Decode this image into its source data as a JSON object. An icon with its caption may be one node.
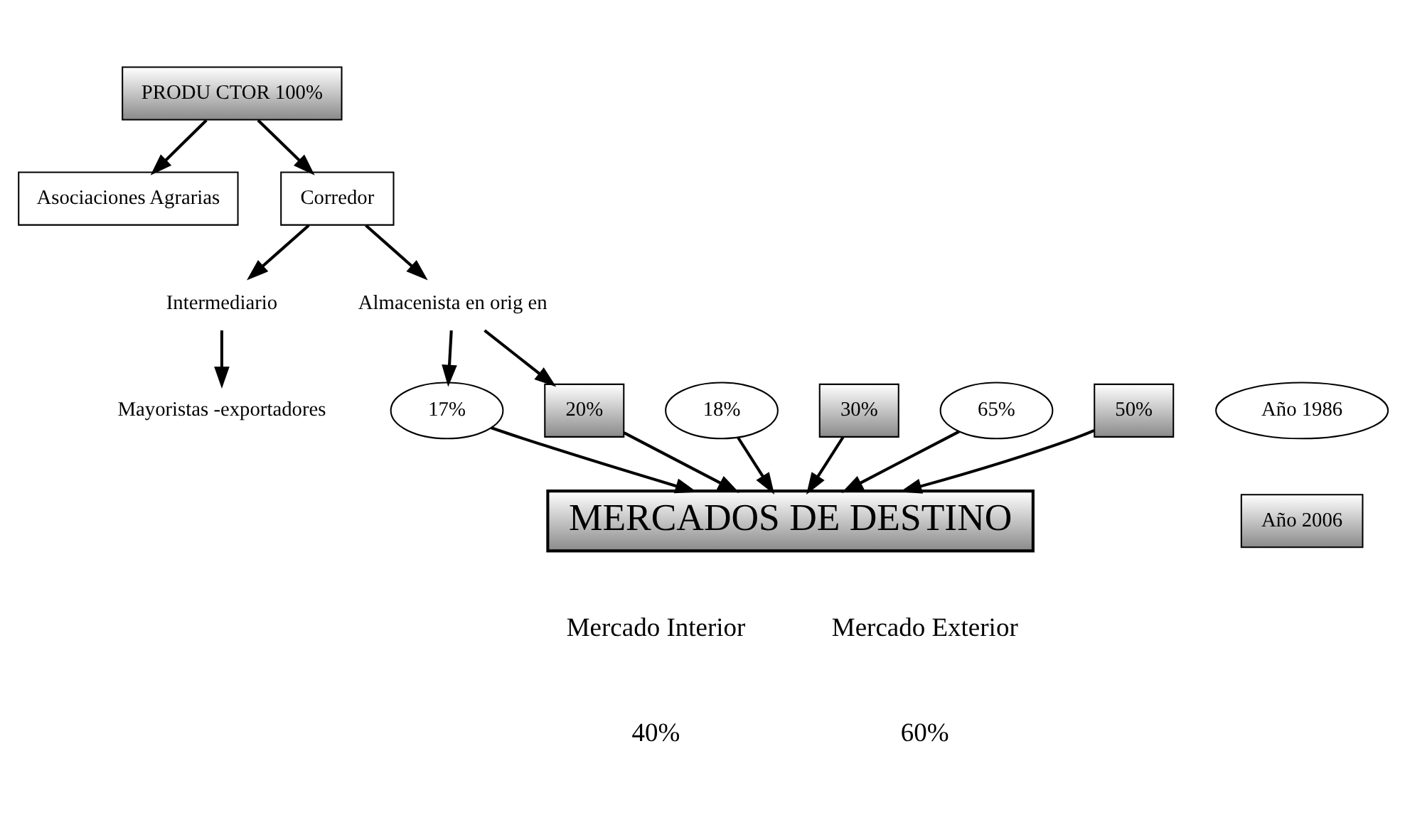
{
  "diagram": {
    "nodes": [
      {
        "text": [
          "PRODU CTOR 100%"
        ]
      },
      {
        "text": [
          "Asociaciones Agrarias"
        ]
      },
      {
        "text": [
          "Corredor"
        ]
      },
      {
        "text": [
          "18%"
        ]
      },
      {
        "text": [
          "30%"
        ]
      },
      {
        "text": [
          "Intermediario"
        ]
      },
      {
        "text": [
          "Almacenista en orig en"
        ]
      },
      {
        "text": [
          "Mayoristas -exportadores"
        ]
      },
      {
        "text": [
          "65%"
        ]
      },
      {
        "text": [
          "50%"
        ]
      },
      {
        "text": [
          "17%"
        ]
      },
      {
        "text": [
          "20%"
        ]
      },
      {
        "text": [
          "MERCADOS DE DESTINO"
        ]
      },
      {
        "text": [
          "Año 1986"
        ]
      },
      {
        "text": [
          "Año 2006"
        ]
      }
    ],
    "edges": [
      {
        "from": 0,
        "to": 1,
        "arrow": "to"
      },
      {
        "from": 0,
        "to": 2,
        "arrow": "to"
      },
      {
        "from": 2,
        "to": 5,
        "arrow": "to"
      },
      {
        "from": 2,
        "to": 6,
        "arrow": "to"
      },
      {
        "from": 5,
        "to": 7,
        "arrow": "to"
      },
      {
        "from": 6,
        "to": 10,
        "arrow": "to"
      },
      {
        "from": 6,
        "to": 11,
        "arrow": "to"
      },
      {
        "from": 3,
        "to": 12,
        "arrow": "to"
      },
      {
        "from": 4,
        "to": 12,
        "arrow": "to"
      },
      {
        "from": 8,
        "to": 12,
        "arrow": "to"
      },
      {
        "from": 9,
        "to": 12,
        "arrow": "to"
      },
      {
        "from": 10,
        "to": 12,
        "arrow": "to"
      },
      {
        "from": 11,
        "to": 12,
        "arrow": "to"
      }
    ],
    "labels": [
      "Mercado Interior",
      "Mercado Exterior",
      "40%",
      "60%"
    ]
  }
}
